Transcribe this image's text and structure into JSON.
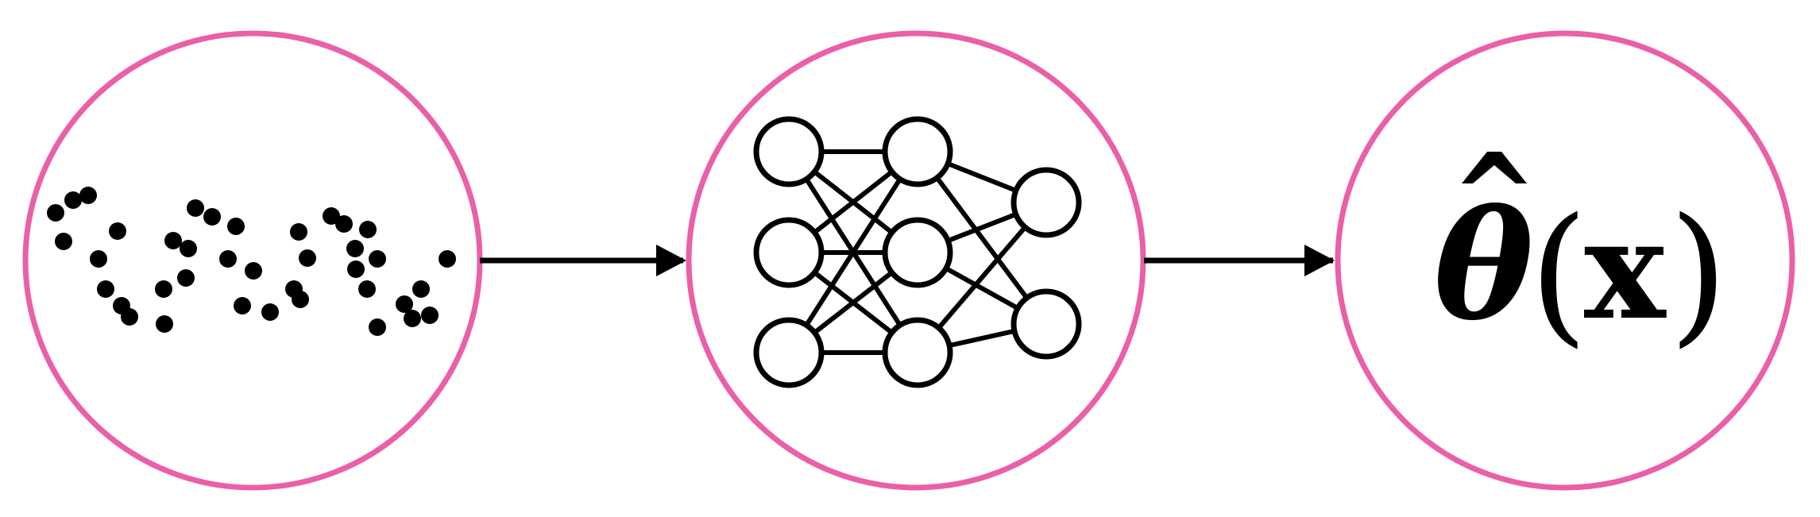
{
  "colors": {
    "circle_stroke": "#ea5fa8",
    "ink": "#000000",
    "background": "#ffffff"
  },
  "nodes": [
    {
      "id": "data",
      "icon": "scatter-points-icon"
    },
    {
      "id": "network",
      "icon": "neural-network-icon"
    },
    {
      "id": "estimate",
      "icon": "theta-hat-formula"
    }
  ],
  "arrows": [
    {
      "from": "data",
      "to": "network"
    },
    {
      "from": "network",
      "to": "estimate"
    }
  ],
  "formula": {
    "hat": "^",
    "theta": "θ",
    "open_paren": "(",
    "x": "x",
    "close_paren": ")"
  }
}
